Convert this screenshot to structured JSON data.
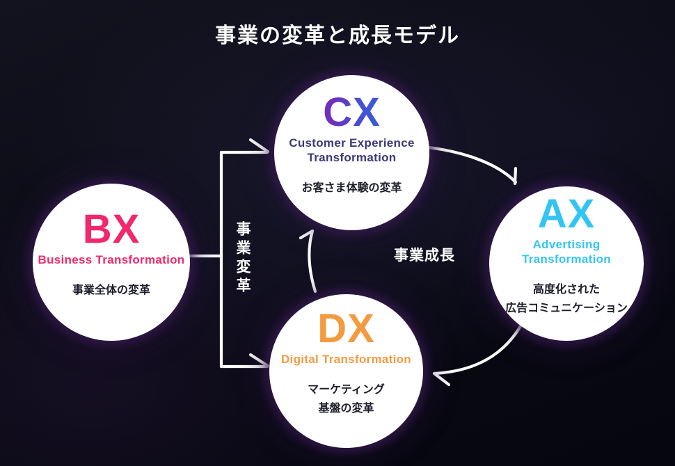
{
  "title": "事業の変革と成長モデル",
  "labels": {
    "transform": "事業変革",
    "growth": "事業成長"
  },
  "circles": {
    "bx": {
      "abbr": "BX",
      "name": "Business Transformation",
      "desc1": "事業全体の変革",
      "desc2": ""
    },
    "cx": {
      "abbr": "CX",
      "name": "Customer Experience Transformation",
      "desc1": "お客さま体験の変革",
      "desc2": ""
    },
    "dx": {
      "abbr": "DX",
      "name": "Digital Transformation",
      "desc1": "マーケティング",
      "desc2": "基盤の変革"
    },
    "ax": {
      "abbr": "AX",
      "name": "Advertising Transformation",
      "desc1": "高度化された",
      "desc2": "広告コミュニケーション"
    }
  },
  "colors": {
    "background": "#0B0B16",
    "circle_fill": "#FFFFFF",
    "circle_halo": "#3A1C52",
    "bx_accent": "#F2286E",
    "cx_gradient_start": "#6E2FBF",
    "cx_gradient_end": "#3E57D8",
    "cx_name": "#3C3A76",
    "dx_accent": "#F49A40",
    "ax_accent": "#33C5F2",
    "desc_text": "#1D1D2B",
    "arrows_and_labels": "#FFFFFF"
  }
}
